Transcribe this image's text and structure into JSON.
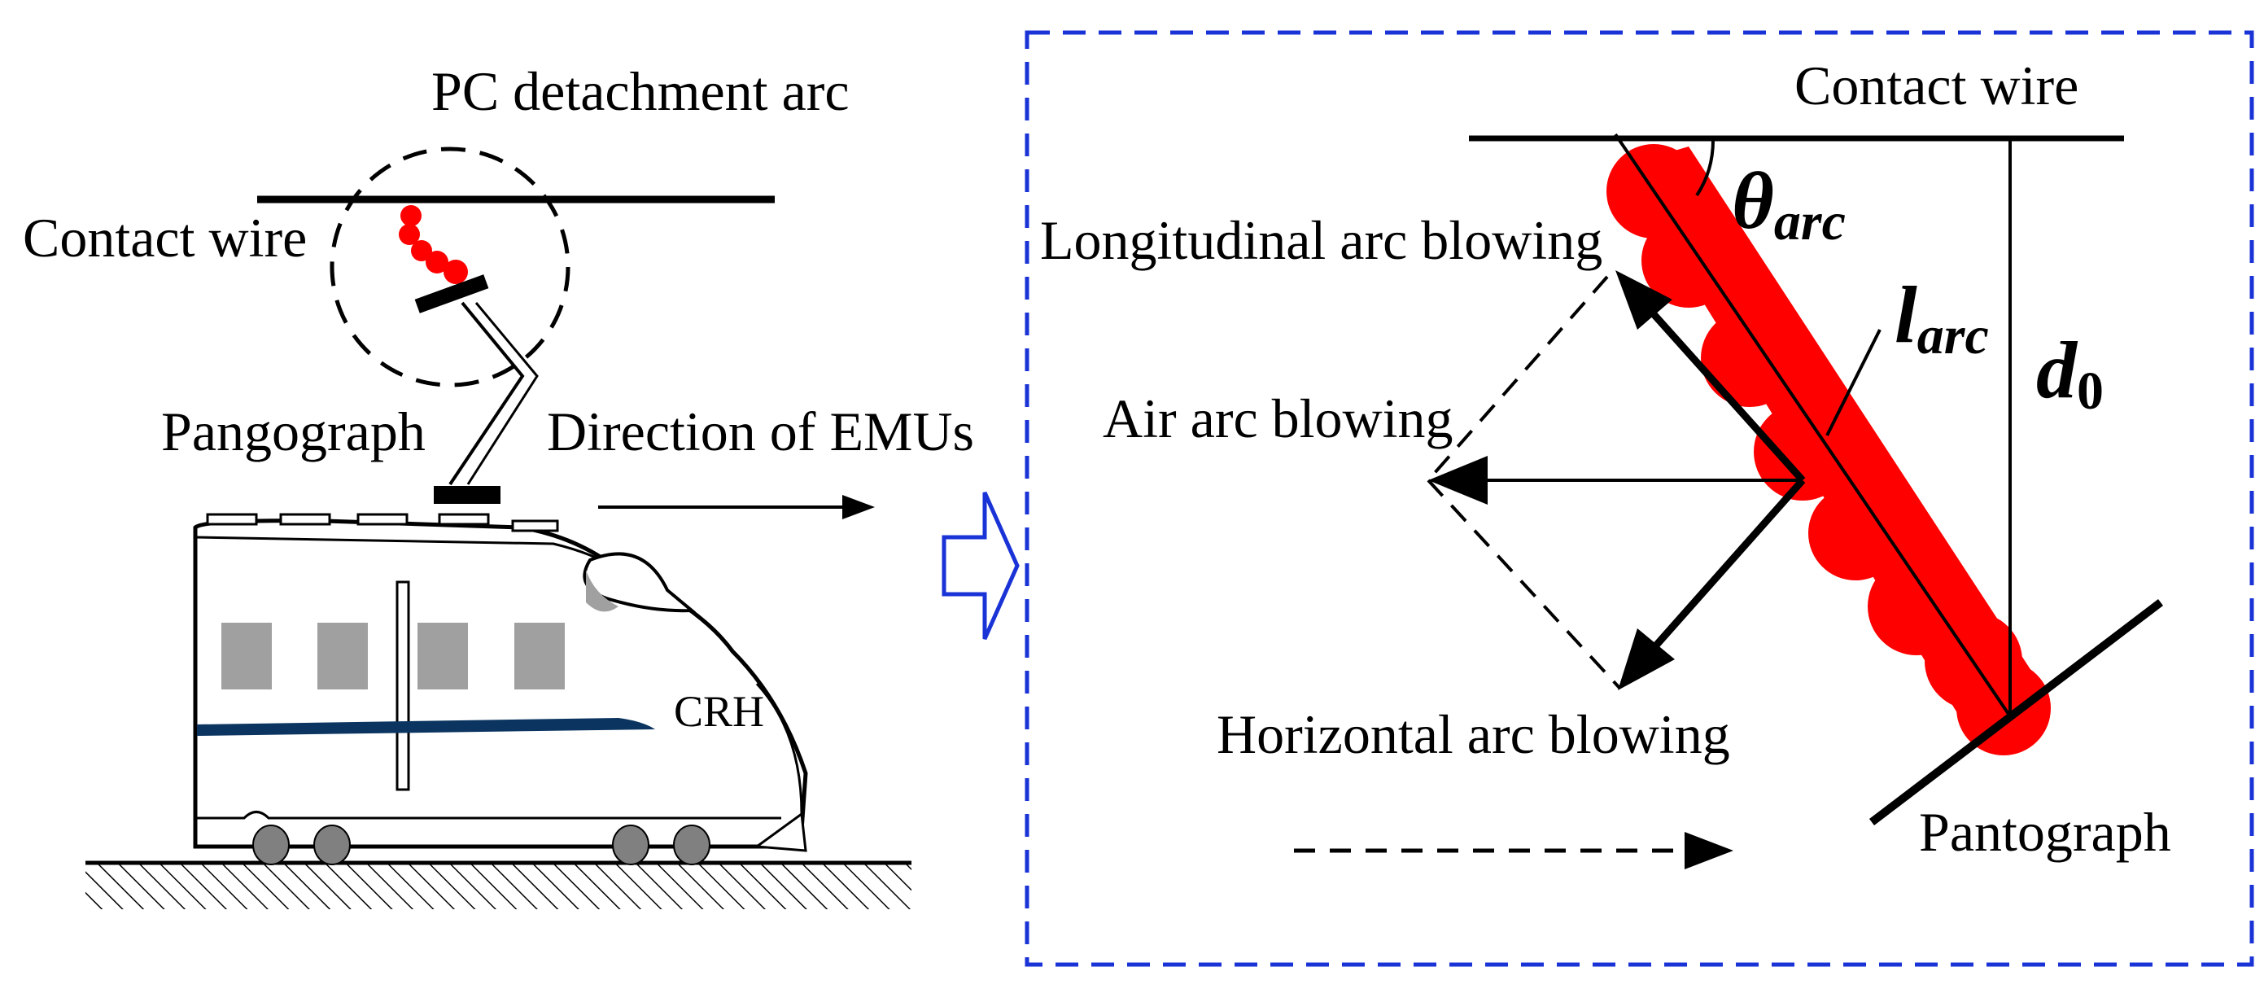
{
  "left_panel": {
    "pc_detachment_arc": "PC detachment arc",
    "contact_wire": "Contact wire",
    "pangograph": "Pangograph",
    "direction_of_emus": "Direction of EMUs",
    "train_mark": "CRH"
  },
  "right_panel": {
    "contact_wire": "Contact wire",
    "longitudinal_arc_blowing": "Longitudinal arc blowing",
    "air_arc_blowing": "Air arc blowing",
    "horizontal_arc_blowing": "Horizontal arc blowing",
    "pantograph": "Pantograph",
    "theta": "θ",
    "theta_sub": "arc",
    "l": "l",
    "l_sub": "arc",
    "d": "d",
    "d_sub": "0"
  },
  "colors": {
    "arc": "#ff0000",
    "frame": "#1a33d6",
    "stripe": "#0b3560",
    "window": "#a0a0a0",
    "line": "#000000"
  }
}
